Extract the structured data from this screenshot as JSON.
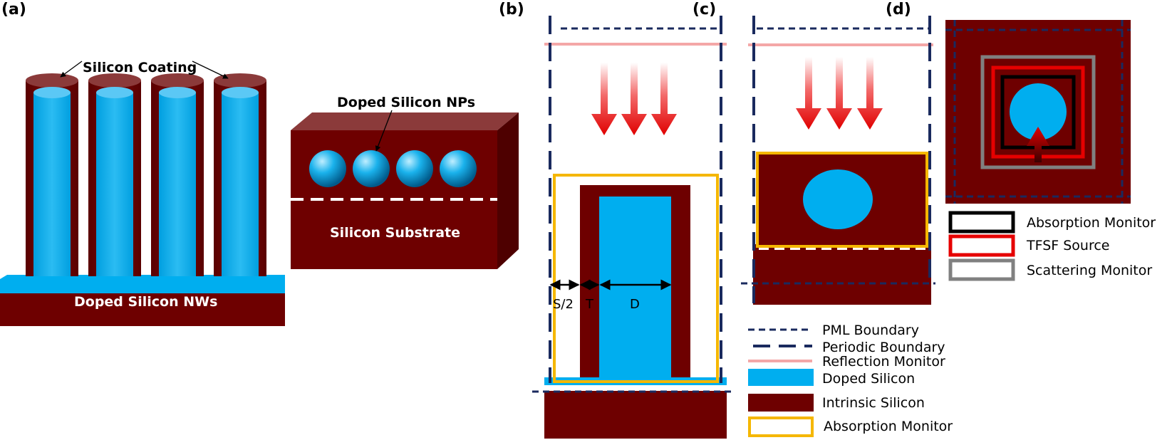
{
  "colors": {
    "intrinsic": "#6e0000",
    "intrinsic_top": "#8b3a3a",
    "doped": "#00aeef",
    "doped_light": "#5bc8f5",
    "pml": "#1a2a5e",
    "reflection": "#f4a7a7",
    "absorption": "#f5b700",
    "tfsf": "#e60000",
    "scattering": "#808080",
    "arrow": "#e60000"
  },
  "panels": {
    "a": "(a)",
    "b": "(b)",
    "c": "(c)",
    "d": "(d)"
  },
  "panel_a": {
    "coating_label": "Silicon Coating",
    "nw_label": "Doped Silicon NWs",
    "substrate_label": "Silicon Substrate"
  },
  "panel_a2": {
    "np_label": "Doped Silicon NPs",
    "substrate_label": "Silicon Substrate"
  },
  "panel_b": {
    "dim_s2": "S/2",
    "dim_t": "T",
    "dim_d": "D"
  },
  "legend_bc": [
    {
      "key": "pml",
      "label": "PML Boundary"
    },
    {
      "key": "periodic",
      "label": "Periodic Boundary"
    },
    {
      "key": "reflection",
      "label": "Reflection Monitor"
    },
    {
      "key": "doped",
      "label": "Doped Silicon"
    },
    {
      "key": "intrinsic",
      "label": "Intrinsic Silicon"
    },
    {
      "key": "absorption",
      "label": "Absorption Monitor"
    }
  ],
  "legend_d": [
    {
      "key": "absorption_d",
      "label": "Absorption Monitor"
    },
    {
      "key": "tfsf",
      "label": "TFSF Source"
    },
    {
      "key": "scattering",
      "label": "Scattering Monitor"
    }
  ]
}
